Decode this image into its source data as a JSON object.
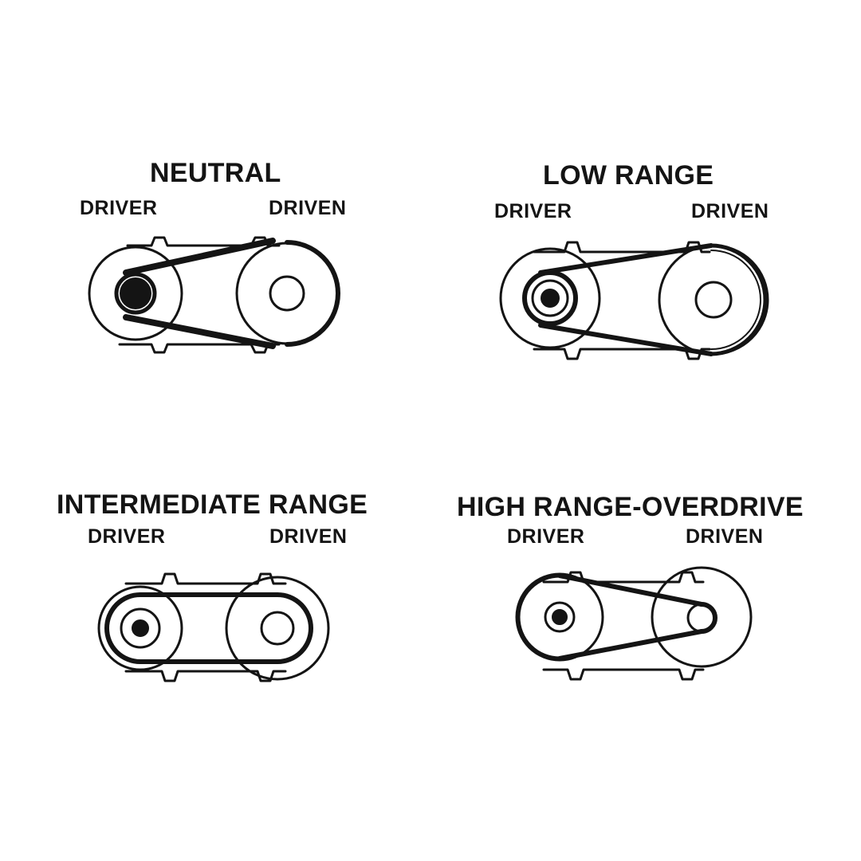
{
  "diagrams": [
    {
      "title": "NEUTRAL",
      "driver_label": "DRIVER",
      "driven_label": "DRIVEN"
    },
    {
      "title": "LOW RANGE",
      "driver_label": "DRIVER",
      "driven_label": "DRIVEN"
    },
    {
      "title": "INTERMEDIATE RANGE",
      "driver_label": "DRIVER",
      "driven_label": "DRIVEN"
    },
    {
      "title": "HIGH RANGE-OVERDRIVE",
      "driver_label": "DRIVER",
      "driven_label": "DRIVEN"
    }
  ],
  "colors": {
    "ink": "#141414",
    "background": "#ffffff"
  }
}
